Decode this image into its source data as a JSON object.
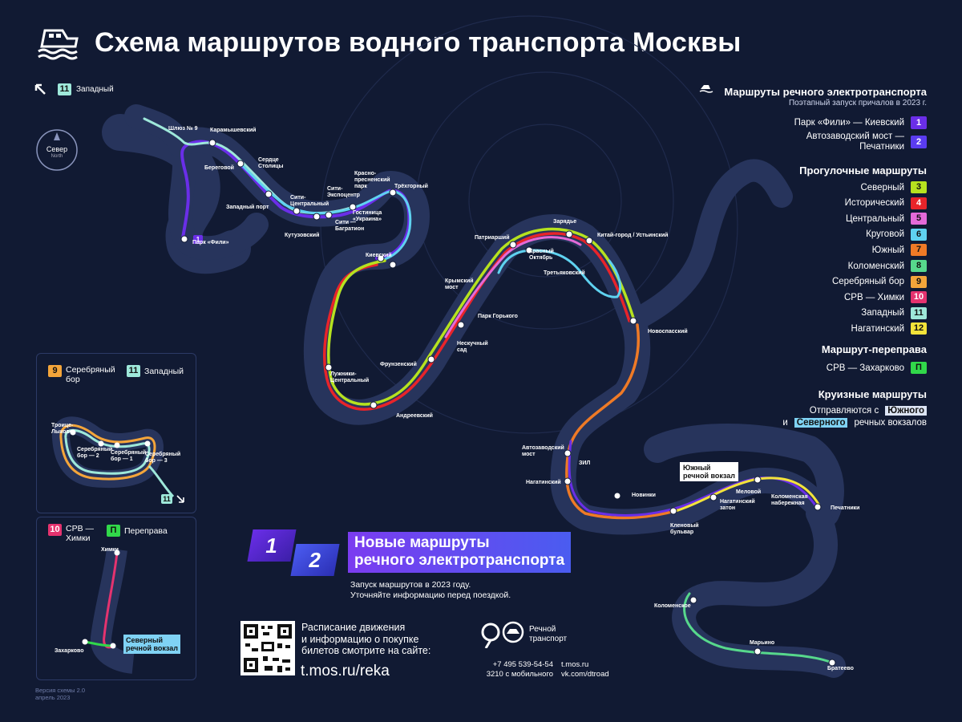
{
  "header": {
    "title": "Схема маршрутов водного транспорта Москвы"
  },
  "direction": {
    "badge": "11",
    "label": "Западный"
  },
  "compass": {
    "north_ru": "Север",
    "north_en": "North"
  },
  "legend": {
    "electric_title": "Маршруты речного электротранспорта",
    "electric_subtitle": "Поэтапный запуск причалов в 2023 г.",
    "electric_routes": [
      {
        "name": "Парк «Фили» — Киевский",
        "num": "1",
        "color": "#6a2ee8"
      },
      {
        "name": "Автозаводский мост — Печатники",
        "line1": "Автозаводский мост —",
        "line2": "Печатники",
        "num": "2",
        "color": "#5a3cf0"
      }
    ],
    "walking_title": "Прогулочные маршруты",
    "walking_routes": [
      {
        "name": "Северный",
        "num": "3",
        "color": "#b6e21f"
      },
      {
        "name": "Исторический",
        "num": "4",
        "color": "#e8242a"
      },
      {
        "name": "Центральный",
        "num": "5",
        "color": "#e46ad8"
      },
      {
        "name": "Круговой",
        "num": "6",
        "color": "#5fd2f0"
      },
      {
        "name": "Южный",
        "num": "7",
        "color": "#ef7a26"
      },
      {
        "name": "Коломенский",
        "num": "8",
        "color": "#57d88c"
      },
      {
        "name": "Серебряный бор",
        "num": "9",
        "color": "#f4a53a"
      },
      {
        "name": "СРВ — Химки",
        "num": "10",
        "color": "#e5336f"
      },
      {
        "name": "Западный",
        "num": "11",
        "color": "#9ee8da"
      },
      {
        "name": "Нагатинский",
        "num": "12",
        "color": "#f3e33a"
      }
    ],
    "ferry_title": "Маршрут-переправа",
    "ferry_route": {
      "name": "СРВ — Захарково",
      "num": "П",
      "color": "#31d84a"
    },
    "cruise_title": "Круизные маршруты",
    "cruise_line1_prefix": "Отправляются с",
    "cruise_south": "Южного",
    "cruise_line2_prefix": "и",
    "cruise_north": "Северного",
    "cruise_line2_suffix": "речных вокзалов"
  },
  "inset_silver": {
    "badge_a": "9",
    "label_a_1": "Серебряный",
    "label_a_2": "бор",
    "badge_b": "11",
    "label_b": "Западный",
    "stops": [
      "Троице-Лыково",
      "Серебряный бор — 2",
      "Серебряный бор — 1",
      "Серебряный бор — 3"
    ],
    "stop_lines": [
      [
        "Троице-",
        "Лыково"
      ],
      [
        "Серебряный",
        "бор — 2"
      ],
      [
        "Серебряный",
        "бор — 1"
      ],
      [
        "Серебряный",
        "бор — 3"
      ]
    ],
    "exit_badge": "11"
  },
  "inset_khimki": {
    "badge_a": "10",
    "label_a_1": "СРВ —",
    "label_a_2": "Химки",
    "badge_b": "П",
    "label_b": "Переправа",
    "stops": [
      "Химки",
      "Захарково",
      "Северный речной вокзал"
    ],
    "north_station_1": "Северный",
    "north_station_2": "речной вокзал"
  },
  "promo": {
    "num1": "1",
    "num2": "2",
    "line1": "Новые маршруты",
    "line2": "речного электротранспорта",
    "note1": "Запуск маршрутов в 2023 году.",
    "note2": "Уточняйте информацию перед поездкой."
  },
  "footer": {
    "schedule1": "Расписание движения",
    "schedule2": "и информацию о покупке",
    "schedule3": "билетов смотрите на сайте:",
    "url": "t.mos.ru/reka",
    "brand1": "Речной",
    "brand2": "транспорт",
    "phone": "+7 495 539-54-54",
    "short_code": "3210 с мобильного",
    "site1": "t.mos.ru",
    "site2": "vk.com/dtroad",
    "version1": "Версия схемы 2.0",
    "version2": "апрель 2023"
  },
  "stations": {
    "sluice9": "Шлюз № 9",
    "karamyshevsky": "Карамышевский",
    "beregovoy": "Береговой",
    "serdtse1": "Сердце",
    "serdtse2": "Столицы",
    "zapadny_port": "Западный порт",
    "city_central1": "Сити-",
    "city_central2": "Центральный",
    "city_expo1": "Сити-",
    "city_expo2": "Экспоцентр",
    "krasnopresnensky1": "Красно-",
    "krasnopresnensky2": "пресненский",
    "krasnopresnensky3": "парк",
    "trekhgorny": "Трёхгорный",
    "ukraina1": "Гостиница",
    "ukraina2": "«Украина»",
    "kutuzovsky": "Кутузовский",
    "city_bagration1": "Сити —",
    "city_bagration2": "Багратион",
    "park_fili": "Парк «Фили»",
    "kievsky": "Киевский",
    "patriarshy": "Патриарший",
    "zaryadye": "Зарядье",
    "kitay_gorod": "Китай-город / Устьинский",
    "krymsky1": "Крымский",
    "krymsky2": "мост",
    "krasny_oktyabr1": "Красный",
    "krasny_oktyabr2": "Октябрь",
    "tretyakovsky": "Третьяковский",
    "park_gorkogo": "Парк Горького",
    "neskuchny1": "Нескучный",
    "neskuchny2": "сад",
    "novospassky": "Новоспасский",
    "luzhniki1": "Лужники-",
    "luzhniki2": "Центральный",
    "frunzensky": "Фрунзенский",
    "andreevsky": "Андреевский",
    "avtozavodsky1": "Автозаводский",
    "avtozavodsky2": "мост",
    "zil": "ЗИЛ",
    "nagatinsky": "Нагатинский",
    "novinki": "Новинки",
    "south_station1": "Южный",
    "south_station2": "речной вокзал",
    "klenovy1": "Кленовый",
    "klenovy2": "бульвар",
    "nagatinsky_zaton1": "Нагатинский",
    "nagatinsky_zaton2": "затон",
    "kolomenskaya_nab1": "Коломенская",
    "kolomenskaya_nab2": "набережная",
    "melovoy": "Меловой",
    "pechatniki": "Печатники",
    "kolomenskoe": "Коломенское",
    "maryino": "Марьино",
    "brateevo": "Братеево"
  },
  "colors": {
    "background": "#111a33",
    "river": "#27345c",
    "route1": "#6a2ee8",
    "route3": "#b6e21f",
    "route4": "#e8242a",
    "route5": "#e46ad8",
    "route6": "#5fd2f0",
    "route7": "#ef7a26",
    "route8": "#57d88c",
    "route11": "#9ee8da",
    "route12": "#f3e33a"
  },
  "icons": [
    "ship-icon",
    "compass-icon",
    "qr-code-icon",
    "brand-logo-icon",
    "arrow-icon"
  ]
}
